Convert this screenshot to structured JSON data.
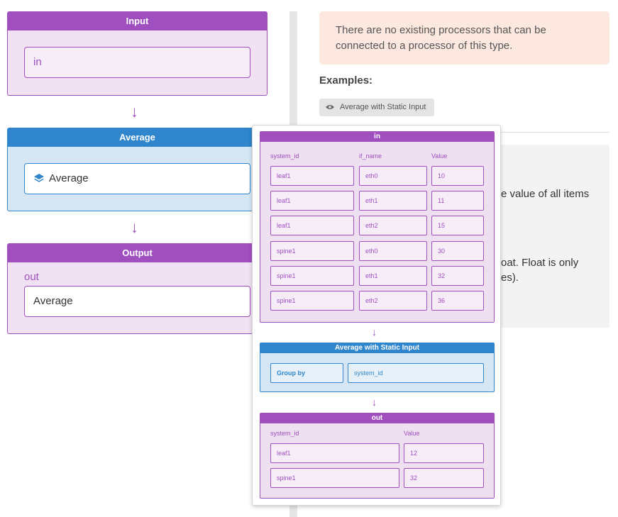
{
  "pipeline": {
    "input": {
      "title": "Input",
      "field": "in"
    },
    "average": {
      "title": "Average",
      "field": "Average"
    },
    "output": {
      "title": "Output",
      "label": "out",
      "field": "Average"
    },
    "arrow": "↓"
  },
  "panel": {
    "alert": "There are no existing processors that can be connected to a processor of this type.",
    "examples_label": "Examples:",
    "example_chip": "Average with Static Input",
    "doc_lines": [
      "e value of all items",
      "oat. Float is only",
      "es)."
    ]
  },
  "popup": {
    "in": {
      "title": "in",
      "columns": [
        "system_id",
        "if_name",
        "Value"
      ],
      "rows": [
        [
          "leaf1",
          "eth0",
          "10"
        ],
        [
          "leaf1",
          "eth1",
          "11"
        ],
        [
          "leaf1",
          "eth2",
          "15"
        ],
        [
          "spine1",
          "eth0",
          "30"
        ],
        [
          "spine1",
          "eth1",
          "32"
        ],
        [
          "spine1",
          "eth2",
          "36"
        ]
      ]
    },
    "processor": {
      "title": "Average with Static Input",
      "group_by_label": "Group by",
      "group_by_value": "system_id"
    },
    "out": {
      "title": "out",
      "columns": [
        "system_id",
        "Value"
      ],
      "rows": [
        [
          "leaf1",
          "12"
        ],
        [
          "spine1",
          "32"
        ]
      ]
    },
    "arrow": "↓"
  },
  "colors": {
    "purple": "#a04fbf",
    "blue": "#2f86cc",
    "alert_bg": "#fce8df"
  }
}
